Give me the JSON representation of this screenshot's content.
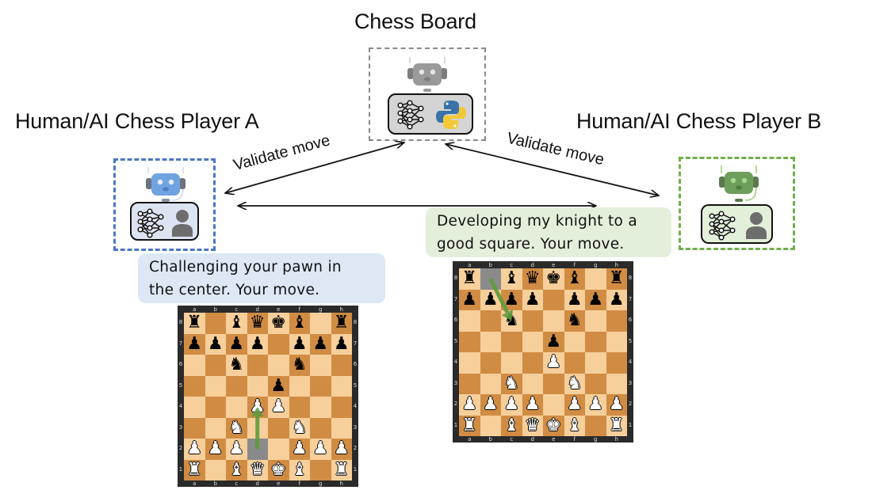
{
  "nodes": {
    "board": {
      "title": "Chess Board",
      "icons": [
        "robot-icon",
        "neural-network-icon",
        "python-icon"
      ],
      "robot_color": "#9a9a9a",
      "border_color": "#888888"
    },
    "player_a": {
      "title": "Human/AI Chess Player A",
      "icons": [
        "robot-icon",
        "neural-network-icon",
        "person-icon"
      ],
      "robot_color": "#6fa3e0",
      "border_color": "#4a78c4",
      "panel_color": "#dce4f2"
    },
    "player_b": {
      "title": "Human/AI Chess Player B",
      "icons": [
        "robot-icon",
        "neural-network-icon",
        "person-icon"
      ],
      "robot_color": "#6e9e5c",
      "border_color": "#6fb04a",
      "panel_color": "#e2efd9"
    }
  },
  "edges": [
    {
      "from": "player_a",
      "to": "board",
      "label": "Validate move",
      "bidirectional": true
    },
    {
      "from": "board",
      "to": "player_b",
      "label": "Validate move",
      "bidirectional": true
    },
    {
      "from": "player_a",
      "to": "player_b",
      "label": "",
      "bidirectional": true
    }
  ],
  "messages": {
    "player_a": {
      "line1": "Challenging your pawn in",
      "line2": "the center. Your move.",
      "bg": "#dde8f4"
    },
    "player_b": {
      "line1": "Developing my knight to a",
      "line2": "good square. Your move.",
      "bg": "#e3efdb"
    }
  },
  "boards": {
    "a": {
      "files": [
        "a",
        "b",
        "c",
        "d",
        "e",
        "f",
        "g",
        "h"
      ],
      "ranks": [
        "8",
        "7",
        "6",
        "5",
        "4",
        "3",
        "2",
        "1"
      ],
      "position": [
        "r.bqkb.r",
        "pppp.ppp",
        "..n..n..",
        "....p...",
        "...PP...",
        "..N..N..",
        "PPP..PPP",
        "R.BQKB.R"
      ],
      "last_move": {
        "from": "d2",
        "to": "d4",
        "arrow_color": "#5f9a3e"
      }
    },
    "b": {
      "files": [
        "a",
        "b",
        "c",
        "d",
        "e",
        "f",
        "g",
        "h"
      ],
      "ranks": [
        "8",
        "7",
        "6",
        "5",
        "4",
        "3",
        "2",
        "1"
      ],
      "position": [
        "r.bqkb.r",
        "pppp.ppp",
        "..n..n..",
        "....p...",
        "....P...",
        "..N..N..",
        "PPPP.PPP",
        "R.BQKB.R"
      ],
      "last_move": {
        "from": "b8",
        "to": "c6",
        "arrow_color": "#5f9a3e"
      }
    }
  }
}
